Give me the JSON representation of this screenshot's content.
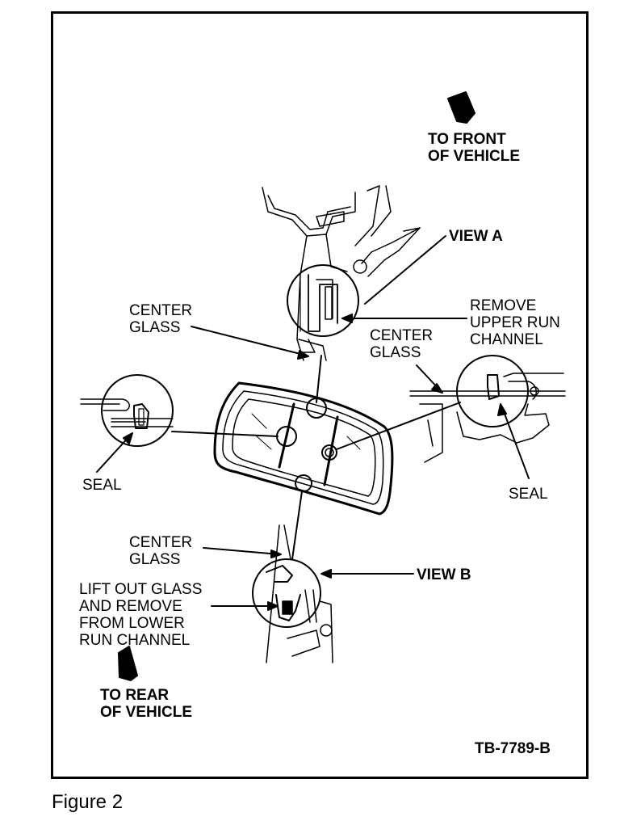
{
  "labels": {
    "to_front": "TO FRONT\nOF VEHICLE",
    "view_a": "VIEW A",
    "center_glass_top": "CENTER\nGLASS",
    "remove_upper": "REMOVE\nUPPER RUN\nCHANNEL",
    "center_glass_right": "CENTER\nGLASS",
    "seal_left": "SEAL",
    "seal_right": "SEAL",
    "center_glass_bottom": "CENTER\nGLASS",
    "view_b": "VIEW B",
    "lift_out": "LIFT OUT GLASS\nAND REMOVE\nFROM LOWER\nRUN CHANNEL",
    "to_rear": "TO REAR\nOF VEHICLE",
    "drawing_code": "TB-7789-B"
  },
  "caption": "Figure 2",
  "icons": {
    "front_arrow": "arrow-head-icon",
    "rear_arrow": "arrow-head-icon"
  }
}
